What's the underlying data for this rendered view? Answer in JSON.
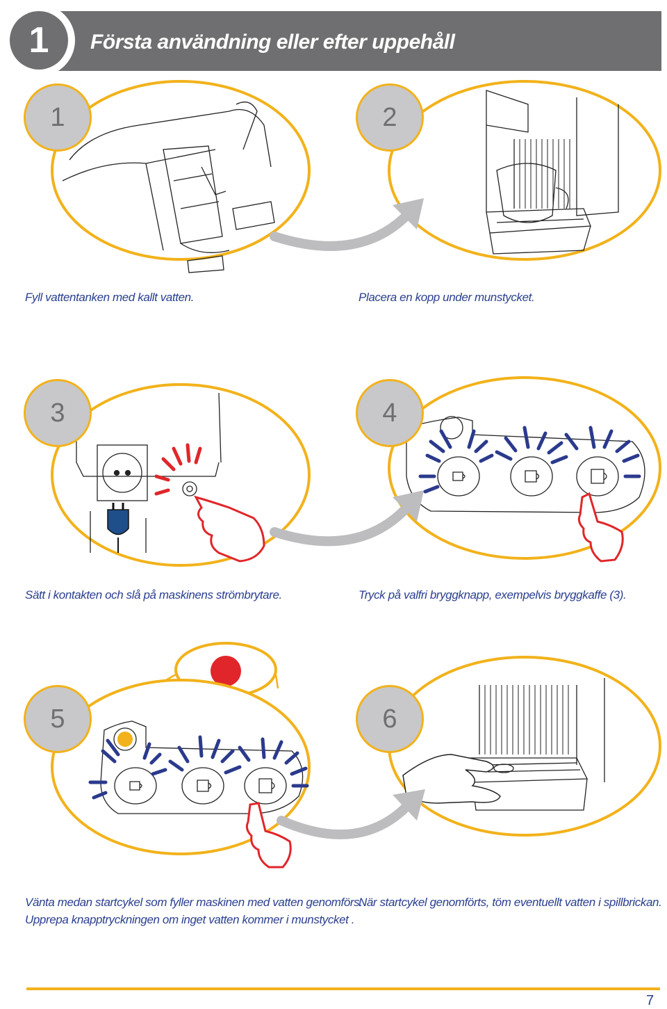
{
  "header": {
    "number": "1",
    "title": "Första användning eller efter uppehåll"
  },
  "steps": [
    {
      "number": "1",
      "caption": "Fyll vattentanken med kallt vatten."
    },
    {
      "number": "2",
      "caption": "Placera en kopp under munstycket."
    },
    {
      "number": "3",
      "caption": "Sätt i kontakten och slå på maskinens strömbrytare."
    },
    {
      "number": "4",
      "caption": "Tryck på valfri bryggknapp, exempelvis bryggkaffe (3)."
    },
    {
      "number": "5",
      "caption_line1": "Vänta medan startcykel som fyller maskinen med vatten genomförs.",
      "caption_line2": "Upprepa knapptryckningen om inget vatten kommer i munstycket ."
    },
    {
      "number": "6",
      "caption": "När startcykel genomförts, töm eventuellt vatten i spillbrickan."
    }
  ],
  "footer": {
    "page_number": "7"
  },
  "colors": {
    "header_gray": "#6f6f71",
    "accent_yellow": "#f2b21b",
    "text_blue": "#2a3f8f",
    "badge_gray": "#c8c8ca",
    "ray_blue": "#2b3a8c",
    "ray_red": "#e0262a",
    "indicator_red": "#e0262a",
    "indicator_orange": "#f2b21b",
    "arrow_gray": "#bdbdbf"
  }
}
